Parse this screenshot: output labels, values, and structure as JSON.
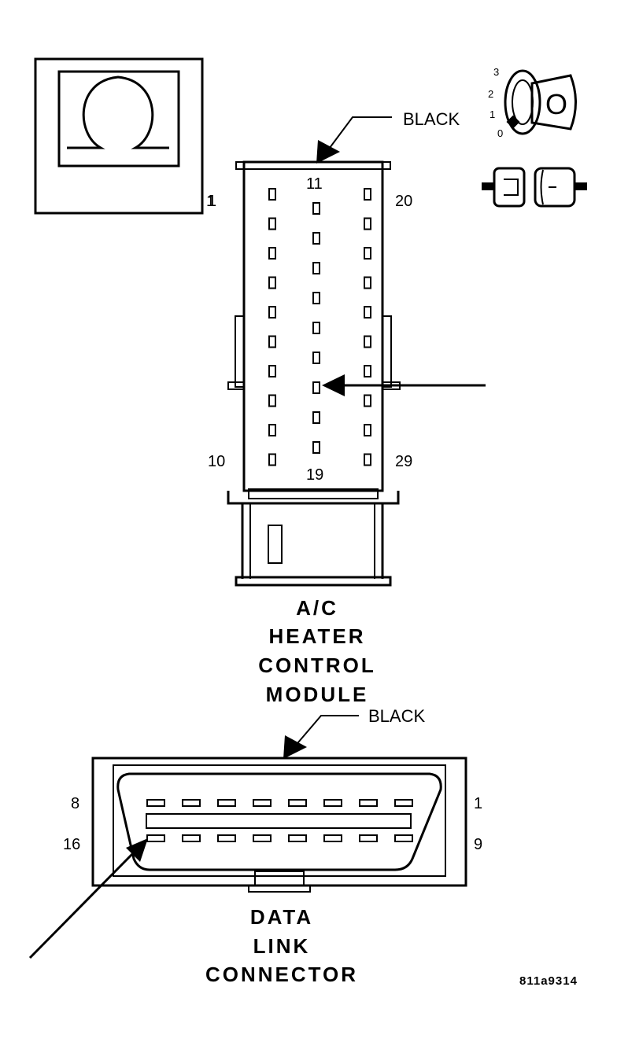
{
  "ohmmeter": {
    "icon": "ohm-meter-icon",
    "label": "1"
  },
  "ignition": {
    "positions": [
      "3",
      "2",
      "1",
      "0"
    ],
    "key_label": "O"
  },
  "hvac_connector": {
    "color_label": "BLACK",
    "pin_labels": {
      "top_left": "1",
      "top_middle": "11",
      "top_right": "20",
      "bottom_left": "10",
      "bottom_middle": "19",
      "bottom_right": "29"
    },
    "title_lines": [
      "A/C",
      "HEATER",
      "CONTROL",
      "MODULE"
    ]
  },
  "dlc": {
    "color_label": "BLACK",
    "pin_labels": {
      "top_left": "8",
      "top_right": "1",
      "bottom_left": "16",
      "bottom_right": "9"
    },
    "title_lines": [
      "DATA",
      "LINK",
      "CONNECTOR"
    ]
  },
  "figure_code": "811a9314"
}
